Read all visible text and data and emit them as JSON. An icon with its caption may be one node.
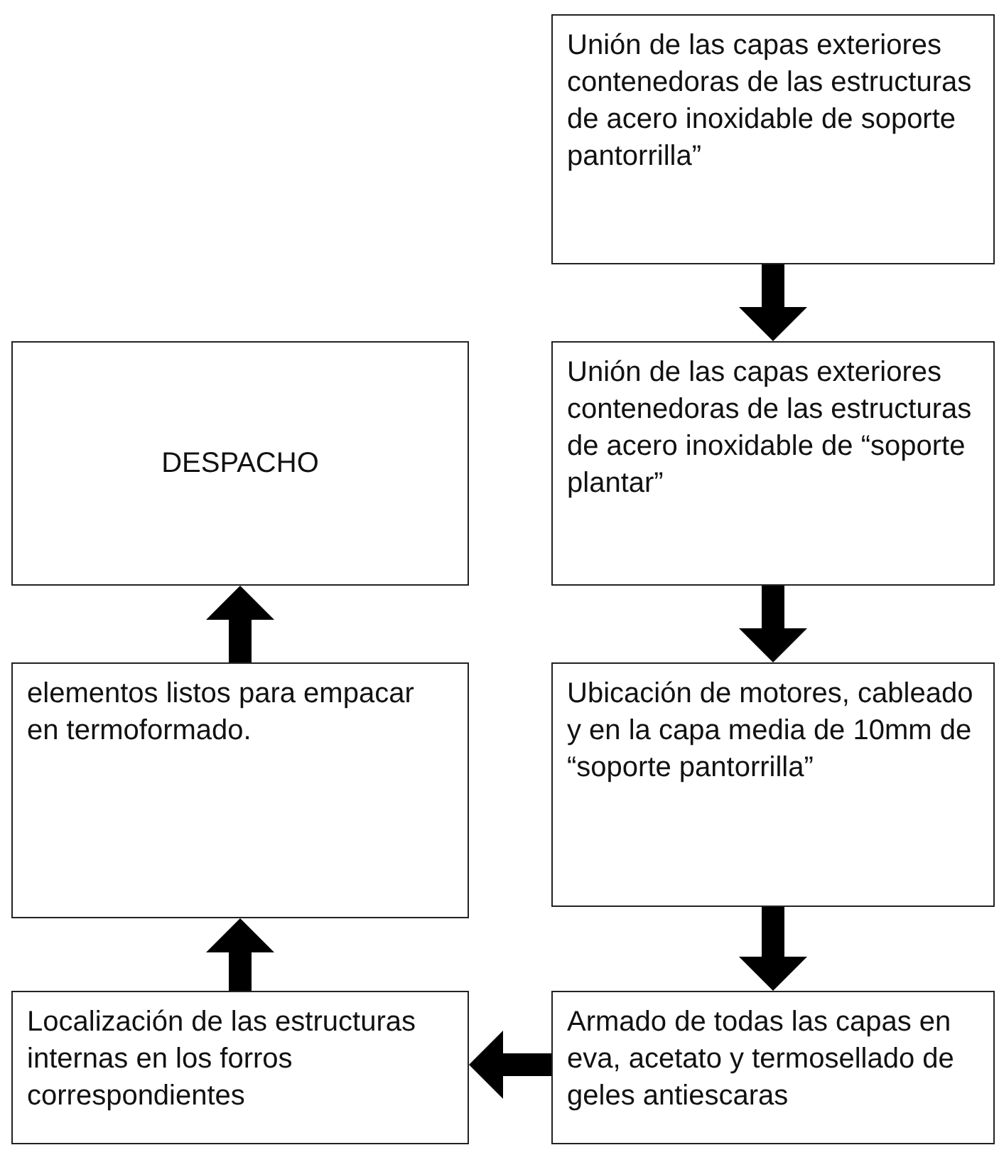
{
  "diagram": {
    "nodes": [
      {
        "text": [
          "Unión de las capas exteriores contenedoras de las estructuras de acero inoxidable de soporte pantorrilla”"
        ]
      },
      {
        "text": [
          "DESPACHO"
        ]
      },
      {
        "text": [
          "Unión de las capas exteriores contenedoras de las estructuras de acero inoxidable de “soporte plantar”"
        ]
      },
      {
        "text": [
          "elementos listos para empacar en termoformado."
        ]
      },
      {
        "text": [
          "Ubicación de motores, cableado y en la capa media de 10mm de “soporte pantorrilla”"
        ]
      },
      {
        "text": [
          "Localización de las estructuras internas en los forros correspondientes"
        ]
      },
      {
        "text": [
          "Armado de todas las capas en eva, acetato y termosellado de geles antiescaras"
        ]
      }
    ],
    "edges": [
      {
        "from": 0,
        "to": 2,
        "arrow": "to"
      },
      {
        "from": 2,
        "to": 4,
        "arrow": "to"
      },
      {
        "from": 4,
        "to": 6,
        "arrow": "to"
      },
      {
        "from": 6,
        "to": 5,
        "arrow": "to"
      },
      {
        "from": 5,
        "to": 3,
        "arrow": "to"
      },
      {
        "from": 3,
        "to": 1,
        "arrow": "to"
      }
    ]
  }
}
